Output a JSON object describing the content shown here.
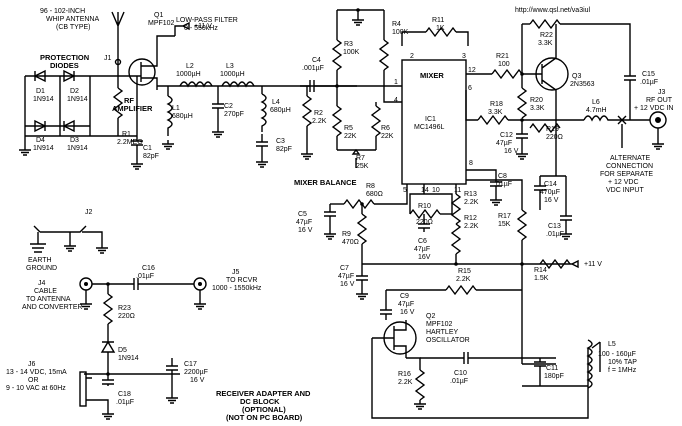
{
  "url": "http://www.qsl.net/va3iul",
  "antenna": {
    "l1": "96 - 102-INCH",
    "l2": "WHIP ANTENNA",
    "l3": "(CB TYPE)"
  },
  "prot": {
    "l1": "PROTECTION",
    "l2": "DIODES"
  },
  "d1": {
    "ref": "D1",
    "val": "1N914"
  },
  "d2": {
    "ref": "D2",
    "val": "1N914"
  },
  "d3": {
    "ref": "D3",
    "val": "1N914"
  },
  "d4": {
    "ref": "D4",
    "val": "1N914"
  },
  "j1": "J1",
  "q1": {
    "ref": "Q1",
    "val": "MPF102"
  },
  "v11_top": "+11 V",
  "lpf": {
    "l1": "LOW-PASS FILTER",
    "l2": "0 - 550kHz"
  },
  "rfamp": {
    "l1": "RF",
    "l2": "AMPLIFIER"
  },
  "r1": {
    "ref": "R1",
    "val": "2.2MEG"
  },
  "c1": {
    "ref": "C1",
    "val": "82pF"
  },
  "l1": {
    "ref": "L1",
    "val": "680µH"
  },
  "l2": {
    "ref": "L2",
    "val": "1000µH"
  },
  "l3": {
    "ref": "L3",
    "val": "1000µH"
  },
  "c2": {
    "ref": "C2",
    "val": "270pF"
  },
  "l4": {
    "ref": "L4",
    "val": "680µH"
  },
  "c3": {
    "ref": "C3",
    "val": "82pF"
  },
  "c4": {
    "ref": "C4",
    "val": ".001µF"
  },
  "r2": {
    "ref": "R2",
    "val": "2.2K"
  },
  "r3": {
    "ref": "R3",
    "val": "100K"
  },
  "r4": {
    "ref": "R4",
    "val": "100K"
  },
  "r11": {
    "ref": "R11",
    "val": "1K"
  },
  "r5": {
    "ref": "R5",
    "val": "22K"
  },
  "r6": {
    "ref": "R6",
    "val": "22K"
  },
  "r7": {
    "ref": "R7",
    "val": "25K"
  },
  "mixbal": "MIXER BALANCE",
  "mixer": "MIXER",
  "ic1": {
    "ref": "IC1",
    "val": "MC1496L"
  },
  "pins": [
    "1",
    "2",
    "3",
    "4",
    "5",
    "6",
    "8",
    "10",
    "11",
    "12",
    "14"
  ],
  "r21": {
    "ref": "R21",
    "val": "100"
  },
  "r22": {
    "ref": "R22",
    "val": "3.3K"
  },
  "q3": {
    "ref": "Q3",
    "val": "2N3563"
  },
  "r20": {
    "ref": "R20",
    "val": "3.3K"
  },
  "r18": {
    "ref": "R18",
    "val": "3.3K"
  },
  "r19": {
    "ref": "R19",
    "val": "220Ω"
  },
  "c12": {
    "ref": "C12",
    "val": "47µF",
    "v": "16 V"
  },
  "l6": {
    "ref": "L6",
    "val": "4.7mH"
  },
  "c15": {
    "ref": "C15",
    "val": ".01µF"
  },
  "j3": {
    "ref": "J3",
    "l1": "RF OUT",
    "l2": "+ 12 VDC IN"
  },
  "alt": {
    "l1": "ALTERNATE",
    "l2": "CONNECTION",
    "l3": "FOR SEPARATE",
    "l4": "+ 12 VDC",
    "l5": "VDC INPUT"
  },
  "r8": {
    "ref": "R8",
    "val": "680Ω"
  },
  "r10": {
    "ref": "R10",
    "val": "220Ω"
  },
  "r13": {
    "ref": "R13",
    "val": "2.2K"
  },
  "c8": {
    "ref": "C8",
    "val": ".01µF"
  },
  "c14": {
    "ref": "C14",
    "val": "470µF",
    "v": "16 V"
  },
  "c5": {
    "ref": "C5",
    "val": "47µF",
    "v": "16 V"
  },
  "r9": {
    "ref": "R9",
    "val": "470Ω"
  },
  "c6": {
    "ref": "C6",
    "val": "47µF",
    "v": "16V"
  },
  "r12": {
    "ref": "R12",
    "val": "2.2K"
  },
  "r17": {
    "ref": "R17",
    "val": "15K"
  },
  "c13": {
    "ref": "C13",
    "val": ".01µF"
  },
  "v11_mid": "+11 V",
  "c7": {
    "ref": "C7",
    "val": "47µF",
    "v": "16 V"
  },
  "r15": {
    "ref": "R15",
    "val": "2.2K"
  },
  "r14": {
    "ref": "R14",
    "val": "1.5K"
  },
  "c9": {
    "ref": "C9",
    "val": "47µF",
    "v": "16 V"
  },
  "q2": {
    "ref": "Q2",
    "val": "MPF102",
    "l1": "HARTLEY",
    "l2": "OSCILLATOR"
  },
  "r16": {
    "ref": "R16",
    "val": "2.2K"
  },
  "c10": {
    "ref": "C10",
    "val": ".01µF"
  },
  "c11": {
    "ref": "C11",
    "val": "180pF"
  },
  "l5": {
    "ref": "L5",
    "val": "100 - 160µF",
    "tap": "10% TAP",
    "f": "f = 1MHz"
  },
  "j2": "J2",
  "earth": {
    "l1": "EARTH",
    "l2": "GROUND"
  },
  "j4": {
    "ref": "J4",
    "l1": "CABLE",
    "l2": "TO ANTENNA",
    "l3": "AND CONVERTER"
  },
  "c16": {
    "ref": "C16",
    "val": ".01µF"
  },
  "j5": {
    "ref": "J5",
    "l1": "TO RCVR",
    "l2": "1000 - 1550kHz"
  },
  "r23": {
    "ref": "R23",
    "val": "220Ω"
  },
  "d5": {
    "ref": "D5",
    "val": "1N914"
  },
  "c17": {
    "ref": "C17",
    "val": "2200µF",
    "v": "16 V"
  },
  "j6": {
    "ref": "J6",
    "l1": "13 - 14 VDC, 15mA",
    "l2": "OR",
    "l3": "9 - 10 VAC at 60Hz"
  },
  "c18": {
    "ref": "C18",
    "val": ".01µF"
  },
  "adapter": {
    "l1": "RECEIVER ADAPTER AND",
    "l2": "DC BLOCK",
    "l3": "(OPTIONAL)",
    "l4": "(NOT ON PC BOARD)"
  }
}
